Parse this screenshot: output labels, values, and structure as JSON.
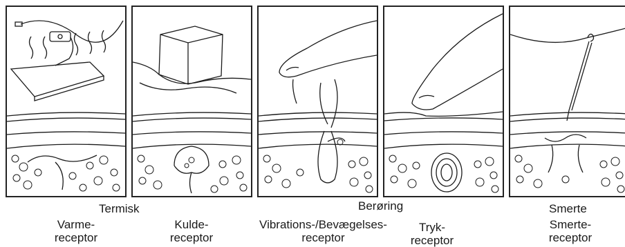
{
  "categories": {
    "thermal": "Termisk",
    "touch": "Berøring",
    "pain": "Smerte"
  },
  "receptors": [
    {
      "line1": "Varme-",
      "line2": "receptor",
      "icon": "heat-pad-icon"
    },
    {
      "line1": "Kulde-",
      "line2": "receptor",
      "icon": "ice-cube-icon"
    },
    {
      "line1": "Vibrations-/Bevægelses-",
      "line2": "receptor",
      "icon": "finger-stroke-icon"
    },
    {
      "line1": "Tryk-",
      "line2": "receptor",
      "icon": "finger-press-icon"
    },
    {
      "line1": "Smerte-",
      "line2": "receptor",
      "icon": "needle-icon"
    }
  ],
  "colors": {
    "ink": "#1a1a1a",
    "background": "#ffffff"
  }
}
